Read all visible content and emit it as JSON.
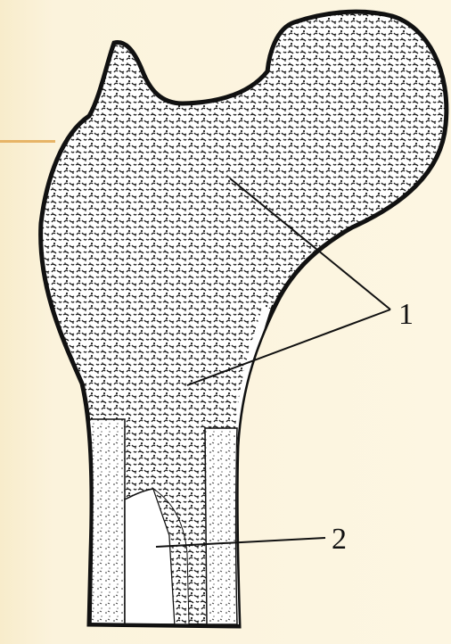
{
  "diagram": {
    "labels": [
      {
        "id": "1",
        "text": "1"
      },
      {
        "id": "2",
        "text": "2"
      }
    ]
  },
  "colors": {
    "background": "#fdf6e0",
    "accent": "#e7b467",
    "ink": "#111111"
  }
}
